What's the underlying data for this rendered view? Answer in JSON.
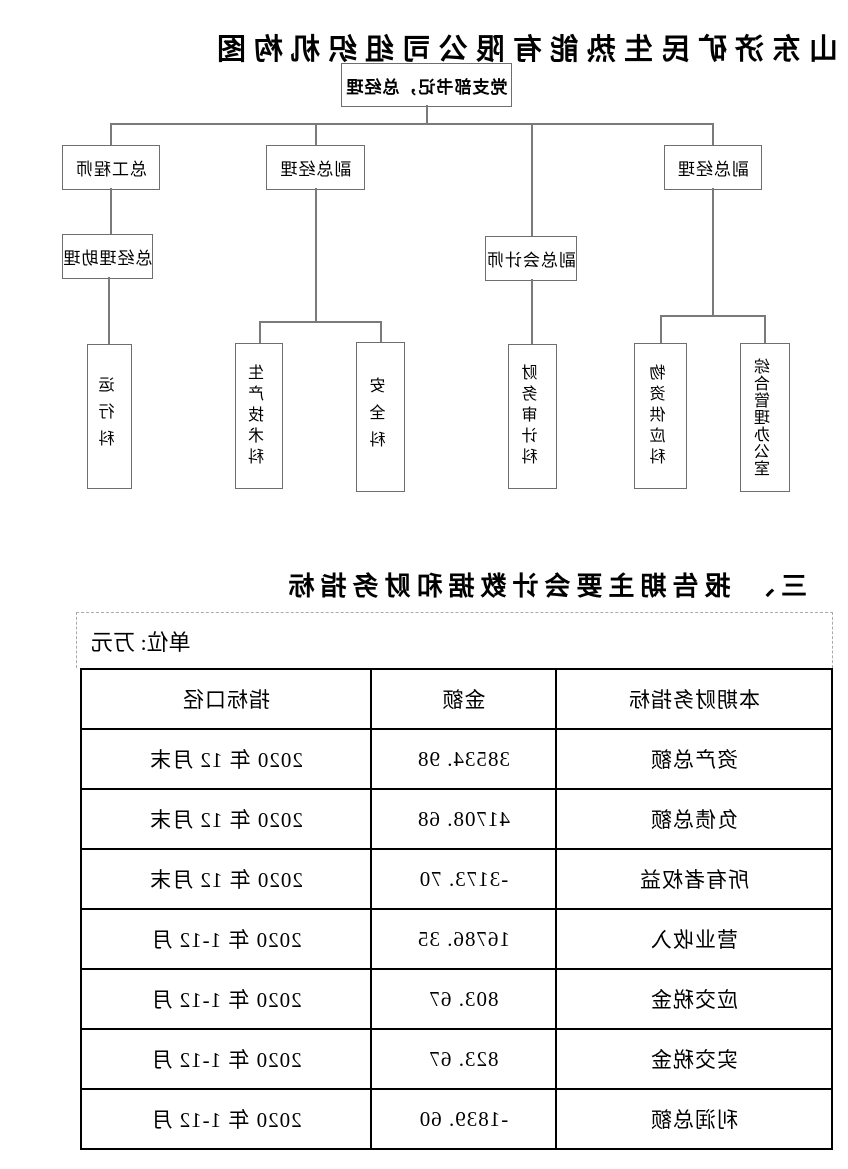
{
  "org": {
    "title": "山东济矿民生热能有限公司组织机构图",
    "nodes": {
      "root": "党支部书记，总经理",
      "vp_a": "副总经理",
      "vp_b": "副总经理",
      "chief_engineer": "总工程师",
      "chief_accountant": "副总会计师",
      "gm_assistant": "总经理助理",
      "dept_admin_office": "综合管理办公室",
      "dept_material_supply": "物资供应科",
      "dept_finance_audit": "财务审计科",
      "dept_safety": "安全科",
      "dept_production_tech": "生产技术科",
      "dept_operation": "运行科"
    }
  },
  "section": {
    "heading": "三、 报告期主要会计数据和财务指标"
  },
  "table": {
    "unit_label": "单位: 万元",
    "headers": [
      "本期财务指标",
      "金额",
      "指标口径"
    ],
    "rows": [
      [
        "资产总额",
        "38534. 98",
        "2020 年 12 月末"
      ],
      [
        "负债总额",
        "41708. 68",
        "2020 年 12 月末"
      ],
      [
        "所有者权益",
        "-3173. 70",
        "2020 年 12 月末"
      ],
      [
        "营业收入",
        "16786. 35",
        "2020 年 1-12 月"
      ],
      [
        "应交税金",
        "803. 67",
        "2020 年 1-12 月"
      ],
      [
        "实交税金",
        "823. 67",
        "2020 年 1-12 月"
      ],
      [
        "利润总额",
        "-1839. 60",
        "2020 年 1-12 月"
      ]
    ]
  },
  "colors": {
    "chart_line": "#7a7a7a",
    "chart_box_border": "#6e6e6e",
    "table_border": "#000000",
    "text": "#000000",
    "dashed_border": "#ababab"
  }
}
